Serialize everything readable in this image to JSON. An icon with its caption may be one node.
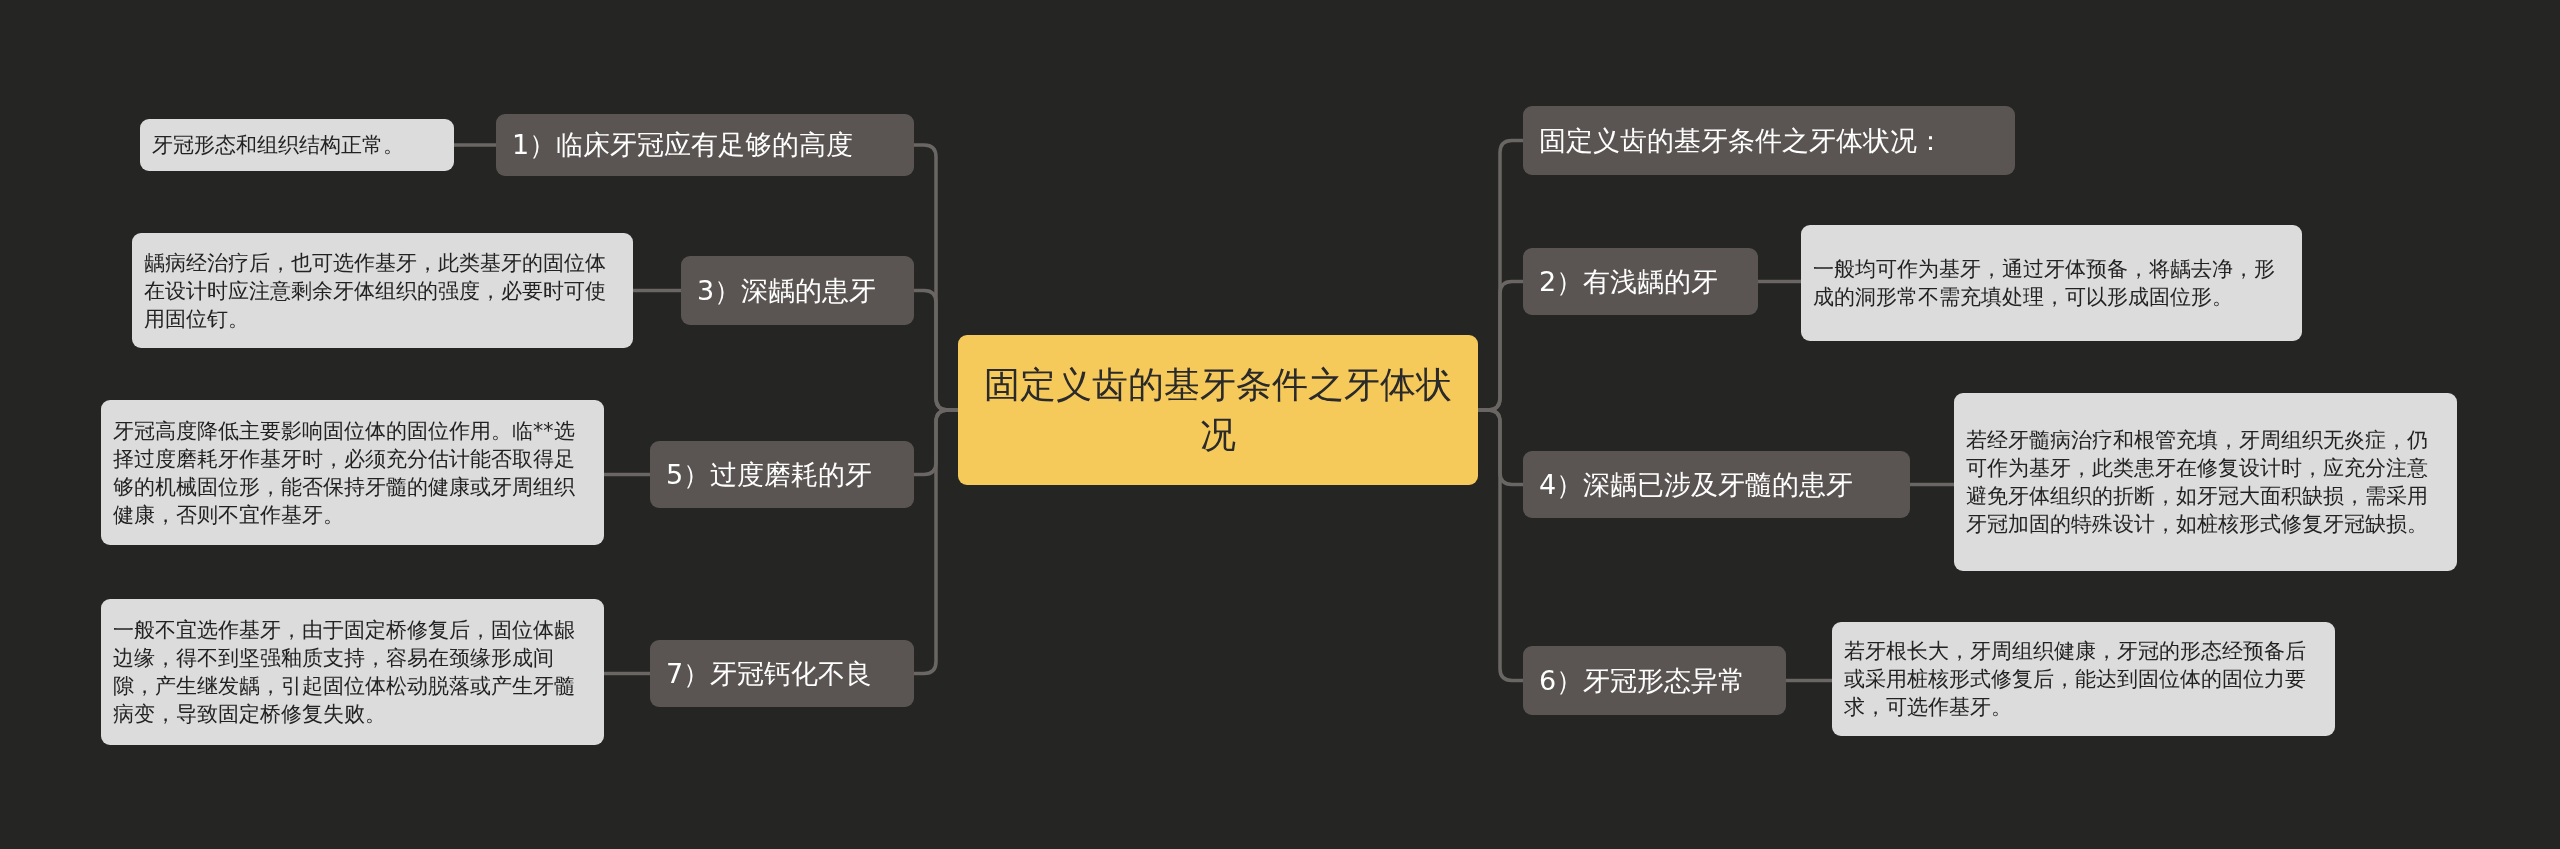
{
  "diagram": {
    "nodes": [
      {
        "text": [
          "固定义齿的基牙条件之牙体状况"
        ]
      },
      {
        "text": [
          "1）临床牙冠应有足够的高度"
        ]
      },
      {
        "text": [
          "牙冠形态和组织结构正常。"
        ]
      },
      {
        "text": [
          "3）深龋的患牙"
        ]
      },
      {
        "text": [
          "龋病经治疗后，也可选作基牙，此类基牙的固位体在设计时应注意剩余牙体组织的强度，必要时可使用固位钉。"
        ]
      },
      {
        "text": [
          "5）过度磨耗的牙"
        ]
      },
      {
        "text": [
          "牙冠高度降低主要影响固位体的固位作用。临**选择过度磨耗牙作基牙时，必须充分估计能否取得足够的机械固位形，能否保持牙髓的健康或牙周组织健康，否则不宜作基牙。"
        ]
      },
      {
        "text": [
          "7）牙冠钙化不良"
        ]
      },
      {
        "text": [
          "一般不宜选作基牙，由于固定桥修复后，固位体龈边缘，得不到坚强釉质支持，容易在颈缘形成间隙，产生继发龋，引起固位体松动脱落或产生牙髓病变，导致固定桥修复失败。"
        ]
      },
      {
        "text": [
          "固定义齿的基牙条件之牙体状况："
        ]
      },
      {
        "text": [
          "2）有浅龋的牙"
        ]
      },
      {
        "text": [
          "一般均可作为基牙，通过牙体预备，将龋去净，形成的洞形常不需充填处理，可以形成固位形。"
        ]
      },
      {
        "text": [
          "4）深龋已涉及牙髓的患牙"
        ]
      },
      {
        "text": [
          "若经牙髓病治疗和根管充填，牙周组织无炎症，仍可作为基牙，此类患牙在修复设计时，应充分注意避免牙体组织的折断，如牙冠大面积缺损，需采用牙冠加固的特殊设计，如桩核形式修复牙冠缺损。"
        ]
      },
      {
        "text": [
          "6）牙冠形态异常"
        ]
      },
      {
        "text": [
          "若牙根长大，牙周组织健康，牙冠的形态经预备后或采用桩核形式修复后，能达到固位体的固位力要求，可选作基牙。"
        ]
      }
    ],
    "edges": [
      {
        "from": 0,
        "to": 1,
        "arrow": "none"
      },
      {
        "from": 1,
        "to": 2,
        "arrow": "none"
      },
      {
        "from": 0,
        "to": 3,
        "arrow": "none"
      },
      {
        "from": 3,
        "to": 4,
        "arrow": "none"
      },
      {
        "from": 0,
        "to": 5,
        "arrow": "none"
      },
      {
        "from": 5,
        "to": 6,
        "arrow": "none"
      },
      {
        "from": 0,
        "to": 7,
        "arrow": "none"
      },
      {
        "from": 7,
        "to": 8,
        "arrow": "none"
      },
      {
        "from": 0,
        "to": 9,
        "arrow": "none"
      },
      {
        "from": 0,
        "to": 10,
        "arrow": "none"
      },
      {
        "from": 10,
        "to": 11,
        "arrow": "none"
      },
      {
        "from": 0,
        "to": 12,
        "arrow": "none"
      },
      {
        "from": 12,
        "to": 13,
        "arrow": "none"
      },
      {
        "from": 0,
        "to": 14,
        "arrow": "none"
      },
      {
        "from": 14,
        "to": 15,
        "arrow": "none"
      }
    ]
  }
}
